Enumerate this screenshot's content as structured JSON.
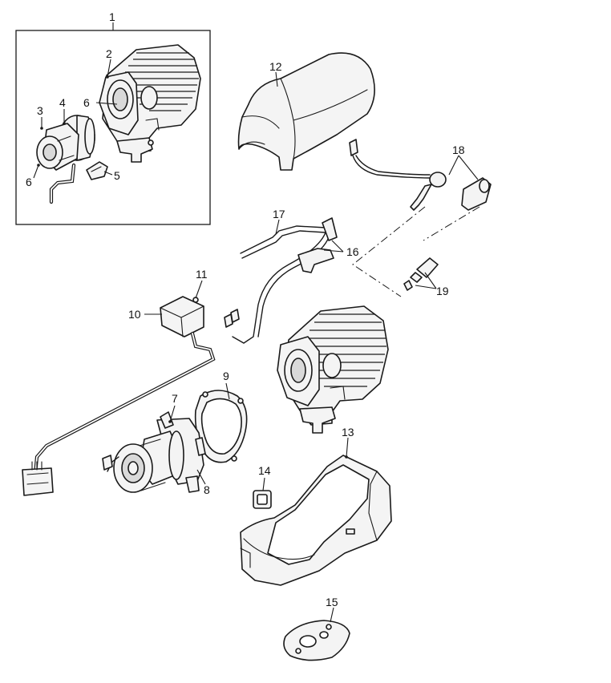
{
  "callouts": {
    "c1": "1",
    "c2": "2",
    "c3": "3",
    "c4": "4",
    "c5": "5",
    "c6a": "6",
    "c6b": "6",
    "c7": "7",
    "c8": "8",
    "c9": "9",
    "c10": "10",
    "c11": "11",
    "c12": "12",
    "c13": "13",
    "c14": "14",
    "c15": "15",
    "c16": "16",
    "c17": "17",
    "c18": "18",
    "c19": "19"
  }
}
